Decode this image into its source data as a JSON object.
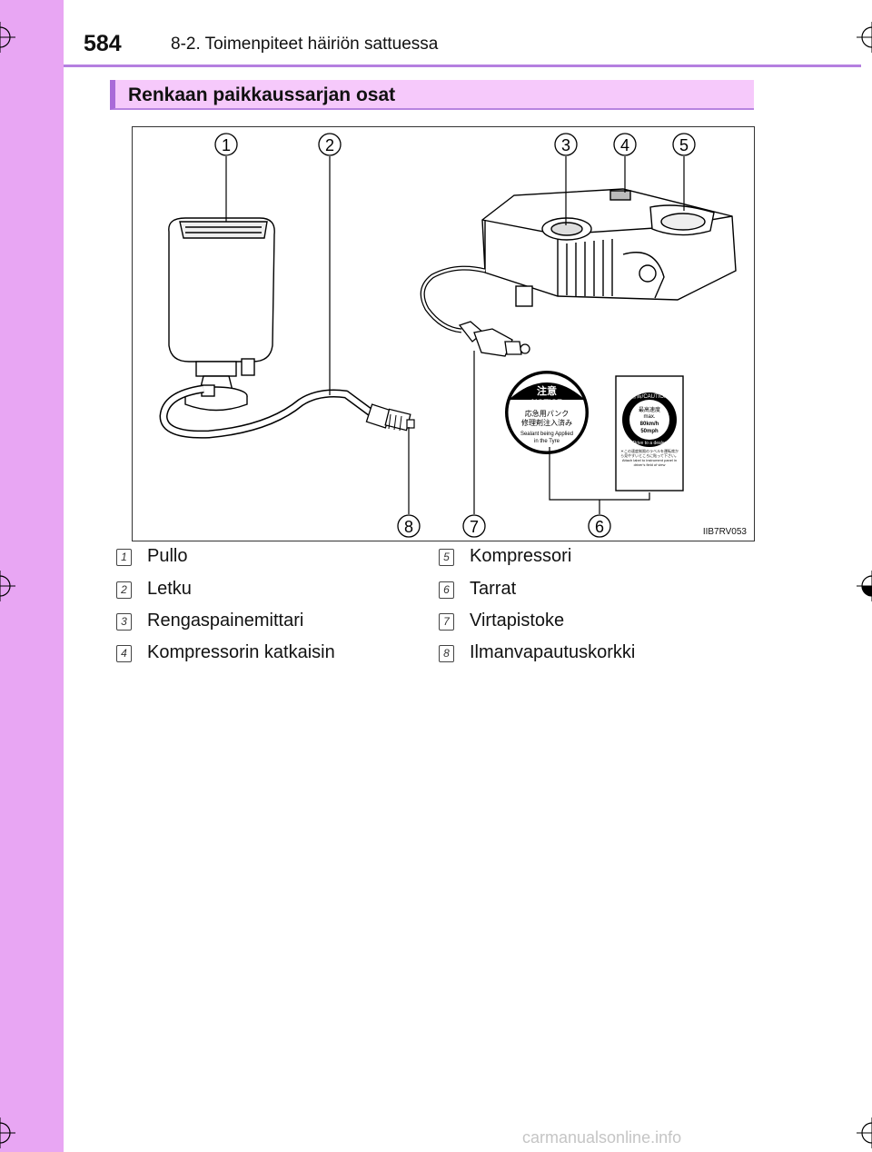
{
  "header": {
    "page_number": "584",
    "section_path": "8-2. Toimenpiteet häiriön sattuessa"
  },
  "section": {
    "heading": "Renkaan paikkaussarjan osat"
  },
  "figure": {
    "code": "IIB7RV053",
    "callouts": [
      "1",
      "2",
      "3",
      "4",
      "5",
      "6",
      "7",
      "8"
    ],
    "notice_label": {
      "title_jp": "注意",
      "title_en": "NOTICE",
      "line1_jp": "応急用パンク",
      "line2_jp": "修理剤注入済み",
      "line1_en": "Sealant being Applied",
      "line2_en": "in the Tyre"
    },
    "caution_label": {
      "title": "警告/CAUTION",
      "speed_jp": "最高速度",
      "max": "max.",
      "kmh": "80km/h",
      "mph": "50mph",
      "dealer": "Drive to a dealer",
      "note_jp": "＊この速度制限のラベルを運転席から見やすいところに貼って下さい。",
      "note_en": "Attach label to instrument panel in driver's field of view"
    }
  },
  "legend": [
    {
      "number": "1",
      "label": "Pullo"
    },
    {
      "number": "2",
      "label": "Letku"
    },
    {
      "number": "3",
      "label": "Rengaspainemittari"
    },
    {
      "number": "4",
      "label": "Kompressorin katkaisin"
    },
    {
      "number": "5",
      "label": "Kompressori"
    },
    {
      "number": "6",
      "label": "Tarrat"
    },
    {
      "number": "7",
      "label": "Virtapistoke"
    },
    {
      "number": "8",
      "label": "Ilmanvapautuskorkki"
    }
  ],
  "footer": {
    "watermark": "carmanualsonline.info"
  },
  "colors": {
    "side_strip": "#e8a6f3",
    "heading_bg": "#f6c9fb",
    "accent": "#a96ad8"
  }
}
